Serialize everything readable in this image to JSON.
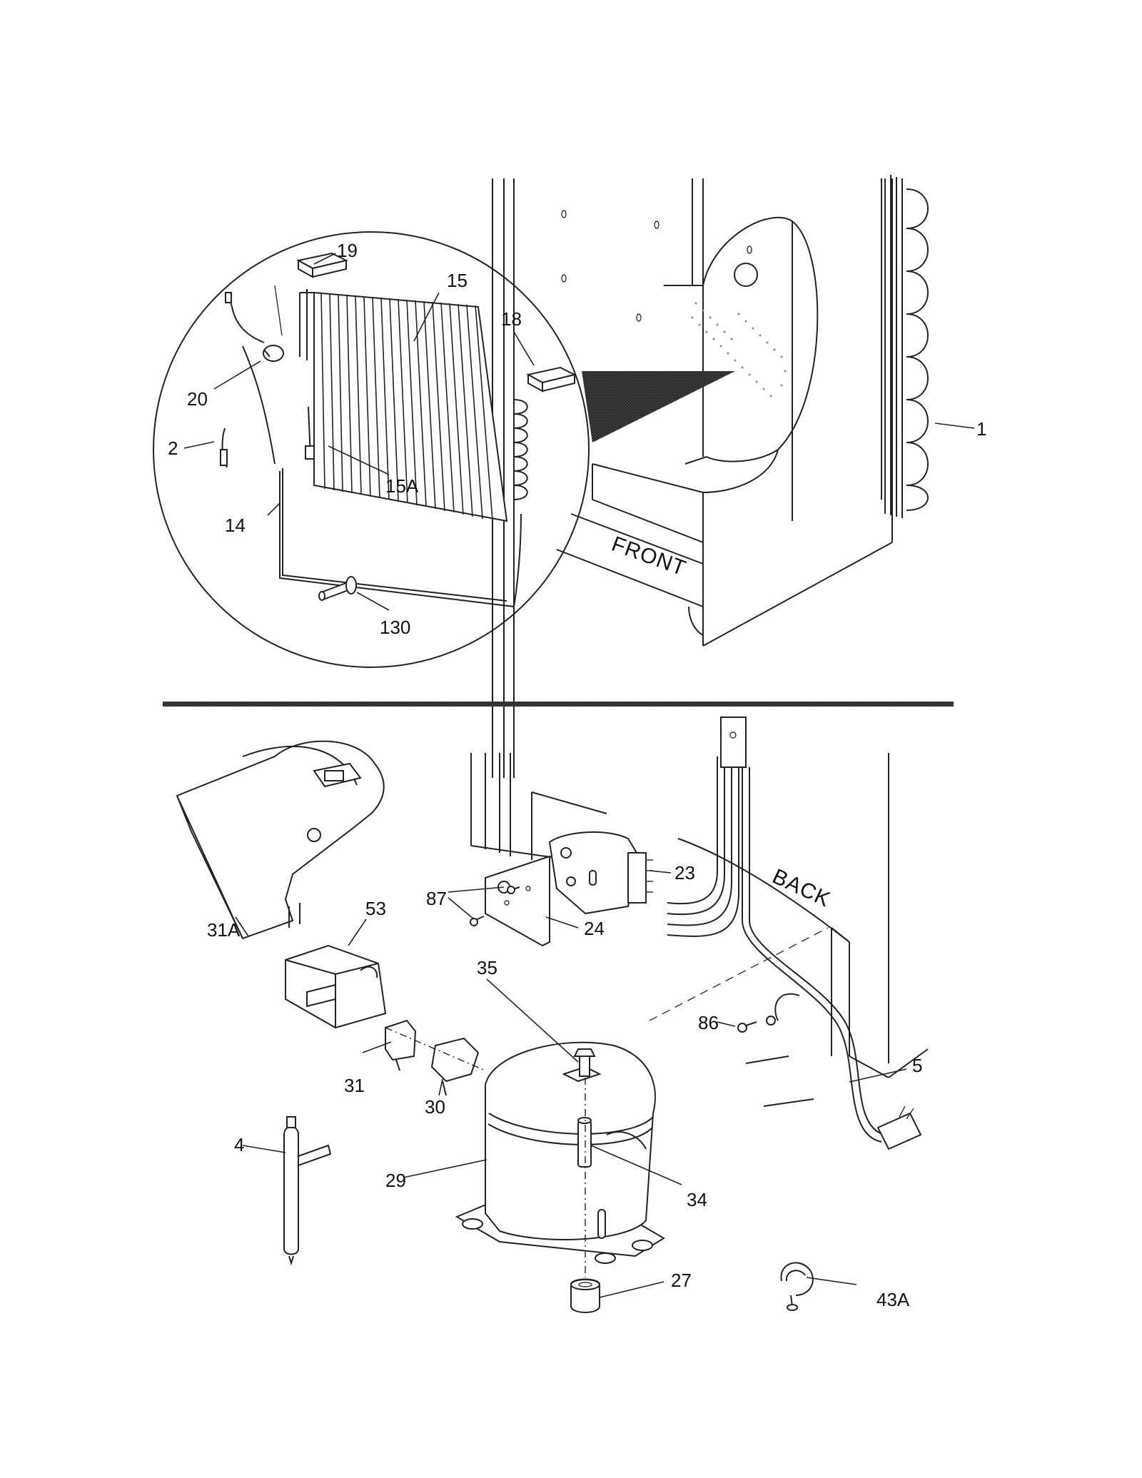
{
  "callouts": {
    "c1": "1",
    "c2": "2",
    "c14": "14",
    "c15": "15",
    "c15a": "15A",
    "c18": "18",
    "c19": "19",
    "c20": "20",
    "c130": "130",
    "c4": "4",
    "c5": "5",
    "c23": "23",
    "c24": "24",
    "c27": "27",
    "c29": "29",
    "c30": "30",
    "c31": "31",
    "c31a": "31A",
    "c34": "34",
    "c35": "35",
    "c43a": "43A",
    "c53": "53",
    "c86": "86",
    "c87": "87"
  },
  "words": {
    "front": "FRONT",
    "back": "BACK"
  }
}
